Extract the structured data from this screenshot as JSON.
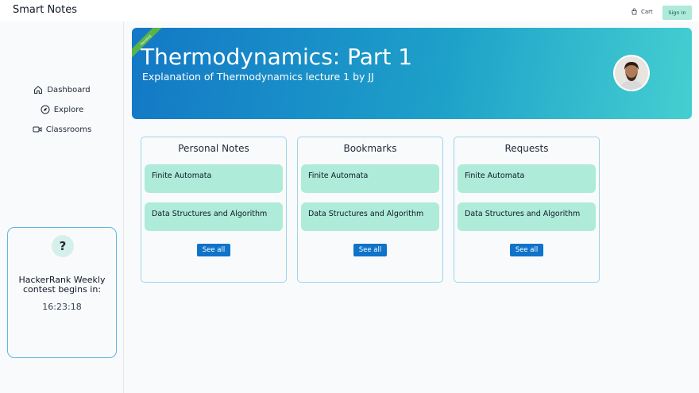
{
  "app": {
    "title": "Smart Notes"
  },
  "header": {
    "cart_label": "Cart",
    "signin_label": "Sign In"
  },
  "sidebar": {
    "items": [
      {
        "label": "Dashboard",
        "icon": "home-icon"
      },
      {
        "label": "Explore",
        "icon": "compass-icon"
      },
      {
        "label": "Classrooms",
        "icon": "video-icon"
      }
    ],
    "contest": {
      "text": "HackerRank Weekly contest begins in:",
      "timer": "16:23:18",
      "icon": "question-icon"
    }
  },
  "banner": {
    "ribbon": "Trending",
    "title": "Thermodynamics: Part 1",
    "subtitle": "Explanation of Thermodynamics lecture 1 by JJ"
  },
  "cards": [
    {
      "title": "Personal Notes",
      "items": [
        "Finite Automata",
        "Data Structures and Algorithm"
      ],
      "button": "See all"
    },
    {
      "title": "Bookmarks",
      "items": [
        "Finite Automata",
        "Data Structures and Algorithm"
      ],
      "button": "See all"
    },
    {
      "title": "Requests",
      "items": [
        "Finite Automata",
        "Data Structures and Algorithm"
      ],
      "button": "See all"
    }
  ],
  "colors": {
    "accent": "#0e73c9",
    "note_bg": "#aeebd9",
    "banner_start": "#1378c6",
    "banner_end": "#45cfd1",
    "ribbon": "#5ab349"
  }
}
